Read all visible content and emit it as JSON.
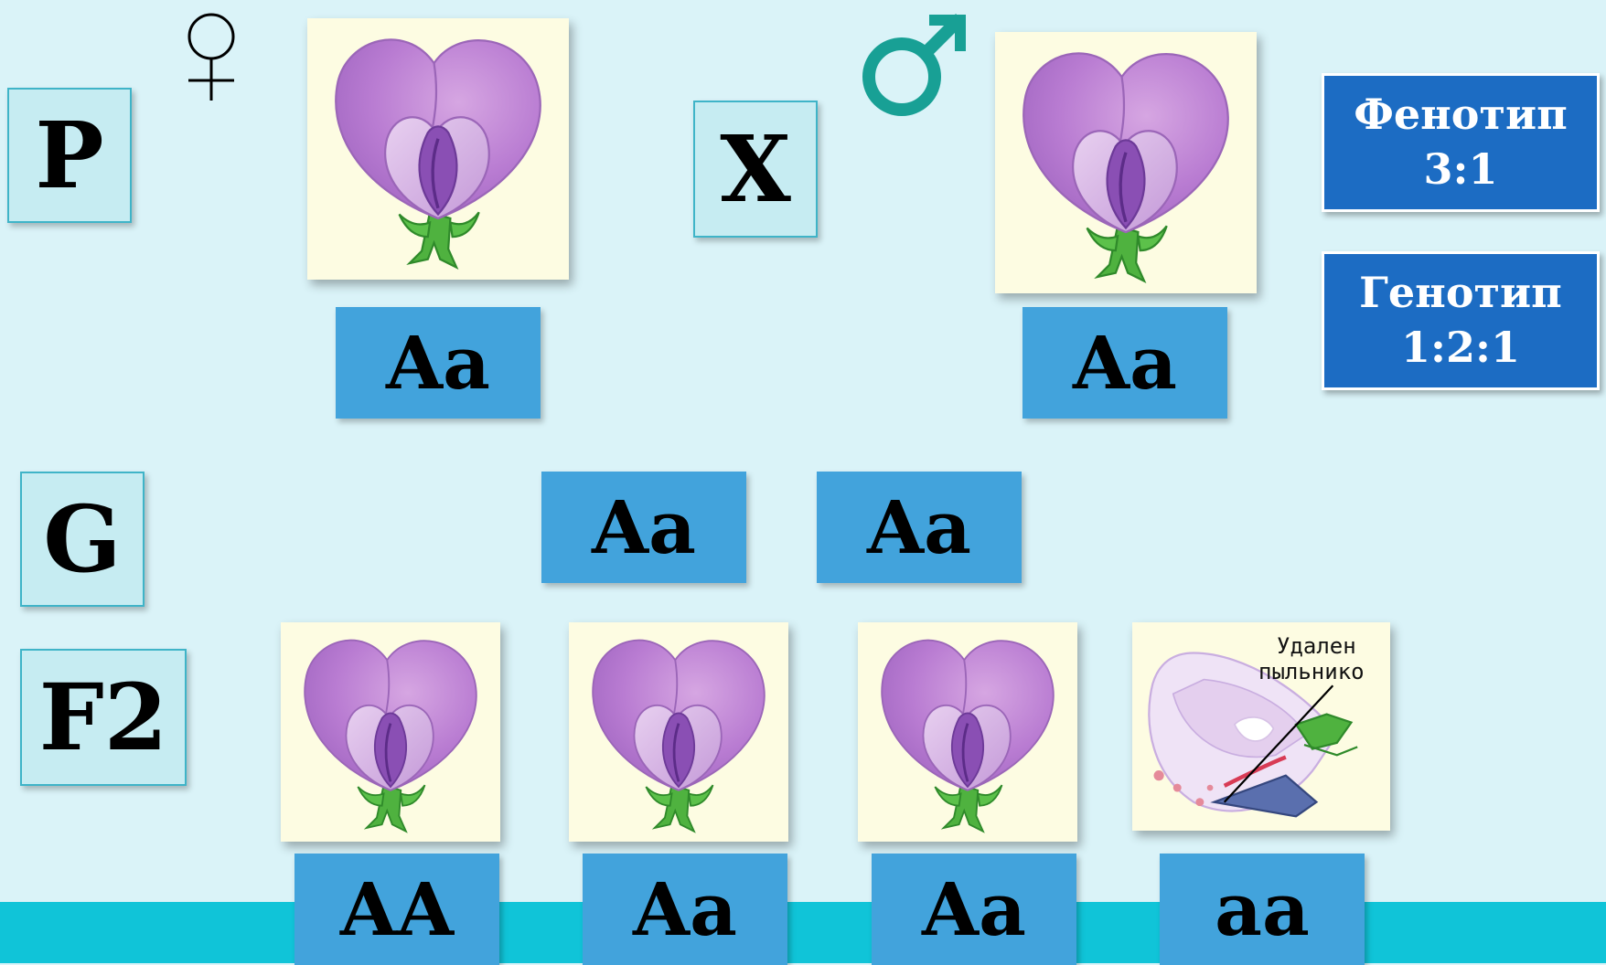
{
  "rows": {
    "parents_label": "P",
    "gametes_label": "G",
    "offspring_label": "F2"
  },
  "cross_symbol": "X",
  "symbols": {
    "female": "female-sign-icon",
    "male": "male-sign-icon"
  },
  "parents": [
    {
      "genotype": "Aa",
      "phenotype": "purple-pea-flower"
    },
    {
      "genotype": "Aa",
      "phenotype": "purple-pea-flower"
    }
  ],
  "gametes": [
    "Aa",
    "Aa"
  ],
  "offspring": [
    {
      "genotype": "AA",
      "phenotype": "purple-pea-flower"
    },
    {
      "genotype": "Aa",
      "phenotype": "purple-pea-flower"
    },
    {
      "genotype": "Aa",
      "phenotype": "purple-pea-flower"
    },
    {
      "genotype": "aa",
      "phenotype": "dissected-pea-flower"
    }
  ],
  "diagram_annotation": {
    "line1": "Удален",
    "line2": "пыльнико"
  },
  "ratios": {
    "phenotype": {
      "label": "Фенотип",
      "value": "3:1"
    },
    "genotype": {
      "label": "Генотип",
      "value": "1:2:1"
    }
  },
  "colors": {
    "background": "#daf3f8",
    "genotype_box": "#42a3dc",
    "ratio_box": "#1c6cc3",
    "bottom_band": "#10c4d8",
    "male_symbol": "#18a095"
  }
}
